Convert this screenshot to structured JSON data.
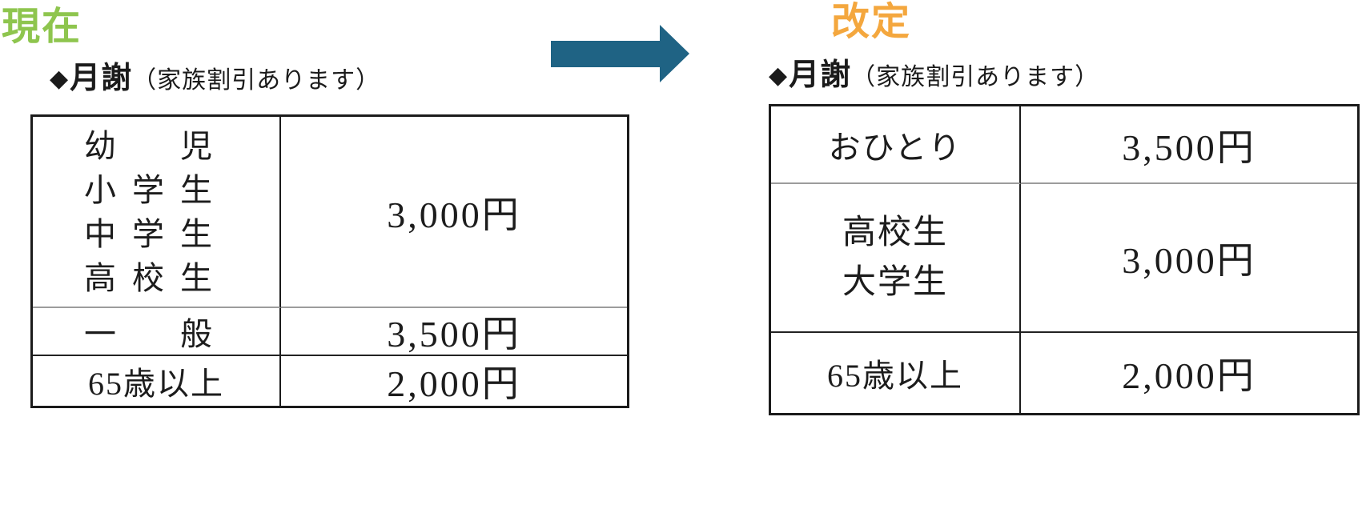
{
  "current": {
    "title": "現在",
    "header": {
      "diamond": "◆",
      "label": "月謝",
      "note": "（家族割引あります）"
    },
    "table": {
      "rows": [
        {
          "category_lines": [
            "幼　児",
            "小学生",
            "中学生",
            "高校生"
          ],
          "price": "3,000円"
        },
        {
          "category": "一　般",
          "price": "3,500円"
        },
        {
          "category": "65歳以上",
          "price": "2,000円"
        }
      ]
    }
  },
  "revised": {
    "title": "改定",
    "header": {
      "diamond": "◆",
      "label": "月謝",
      "note": "（家族割引あります）"
    },
    "table": {
      "rows": [
        {
          "category": "おひとり",
          "price": "3,500円"
        },
        {
          "category_lines": [
            "高校生",
            "大学生"
          ],
          "price": "3,000円"
        },
        {
          "category": "65歳以上",
          "price": "2,000円"
        }
      ]
    }
  },
  "colors": {
    "current_title_green": "#8ec54e",
    "revised_title_orange": "#f4a73e",
    "arrow_teal": "#1f6384",
    "table_border": "#1b1b1b"
  }
}
